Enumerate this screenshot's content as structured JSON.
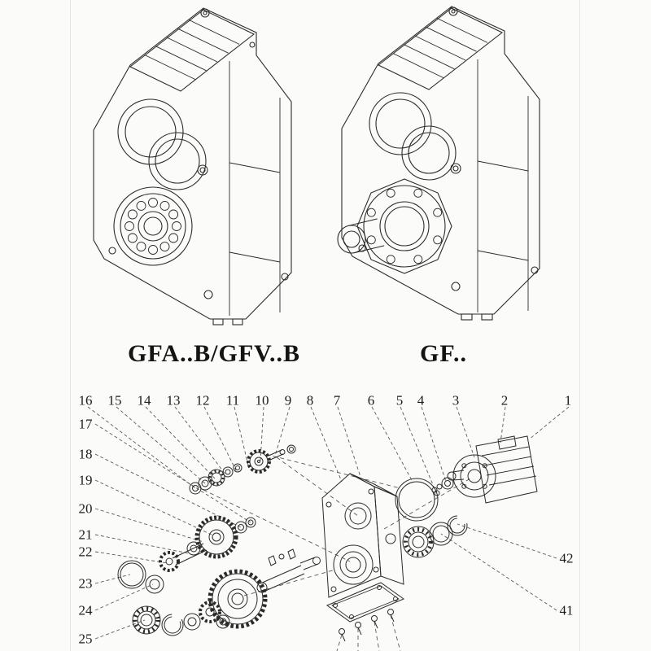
{
  "figures": {
    "left": {
      "caption": "GFA..B/GFV..B"
    },
    "right": {
      "caption": "GF.."
    }
  },
  "exploded_view": {
    "top_callouts": [
      "16",
      "15",
      "14",
      "13",
      "12",
      "11",
      "10",
      "9",
      "8",
      "7",
      "6",
      "5",
      "4",
      "3",
      "2",
      "1"
    ],
    "left_callouts": [
      "17",
      "18",
      "19",
      "20",
      "21",
      "22",
      "23",
      "24",
      "25"
    ],
    "right_callouts": [
      "42",
      "41"
    ]
  },
  "colors": {
    "line": "#2b2b2b",
    "leader": "#5a5a5a",
    "background": "#fbfbfa"
  }
}
